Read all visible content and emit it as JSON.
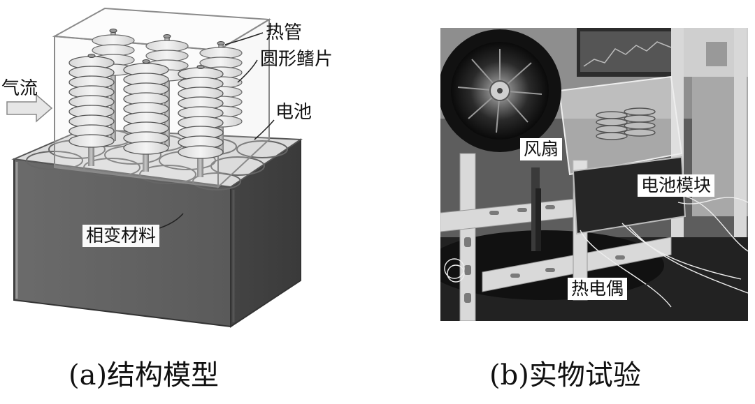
{
  "panel_a": {
    "labels": {
      "heat_pipe": "热管",
      "circular_fin": "圆形鳍片",
      "airflow": "气流",
      "battery": "电池",
      "pcm": "相变材料"
    },
    "caption": "(a)结构模型"
  },
  "panel_b": {
    "labels": {
      "fan": "风扇",
      "battery_module": "电池模块",
      "thermocouple": "热电偶"
    },
    "caption": "(b)实物试验"
  }
}
